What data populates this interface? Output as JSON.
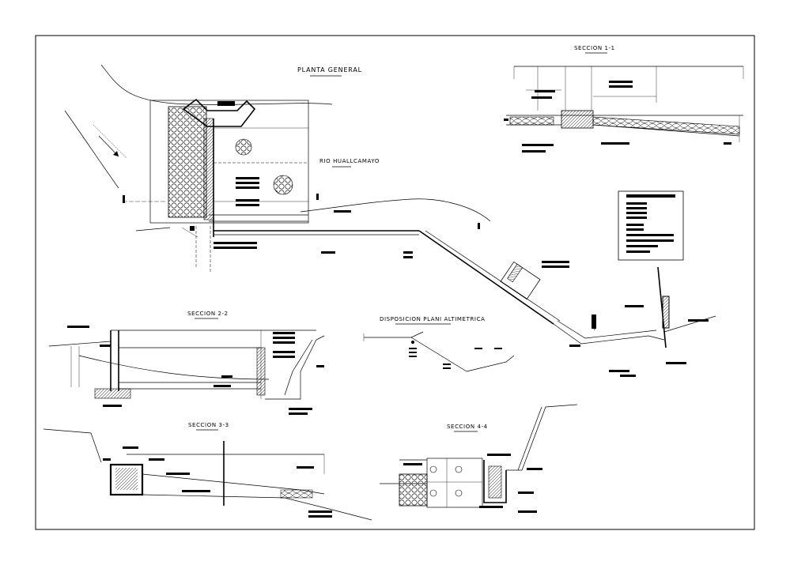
{
  "drawing": {
    "planta_general_title": "PLANTA GENERAL",
    "river_label": "RIO HUALLCAMAYO",
    "secciones": {
      "s11": "SECCION 1-1",
      "s22": "SECCION 2-2",
      "s33": "SECCION 3-3",
      "s44": "SECCION 4-4"
    },
    "disposicion_title": "DISPOSICION PLANI ALTIMETRICA"
  },
  "colors": {
    "ink": "#000000",
    "paper": "#ffffff"
  }
}
